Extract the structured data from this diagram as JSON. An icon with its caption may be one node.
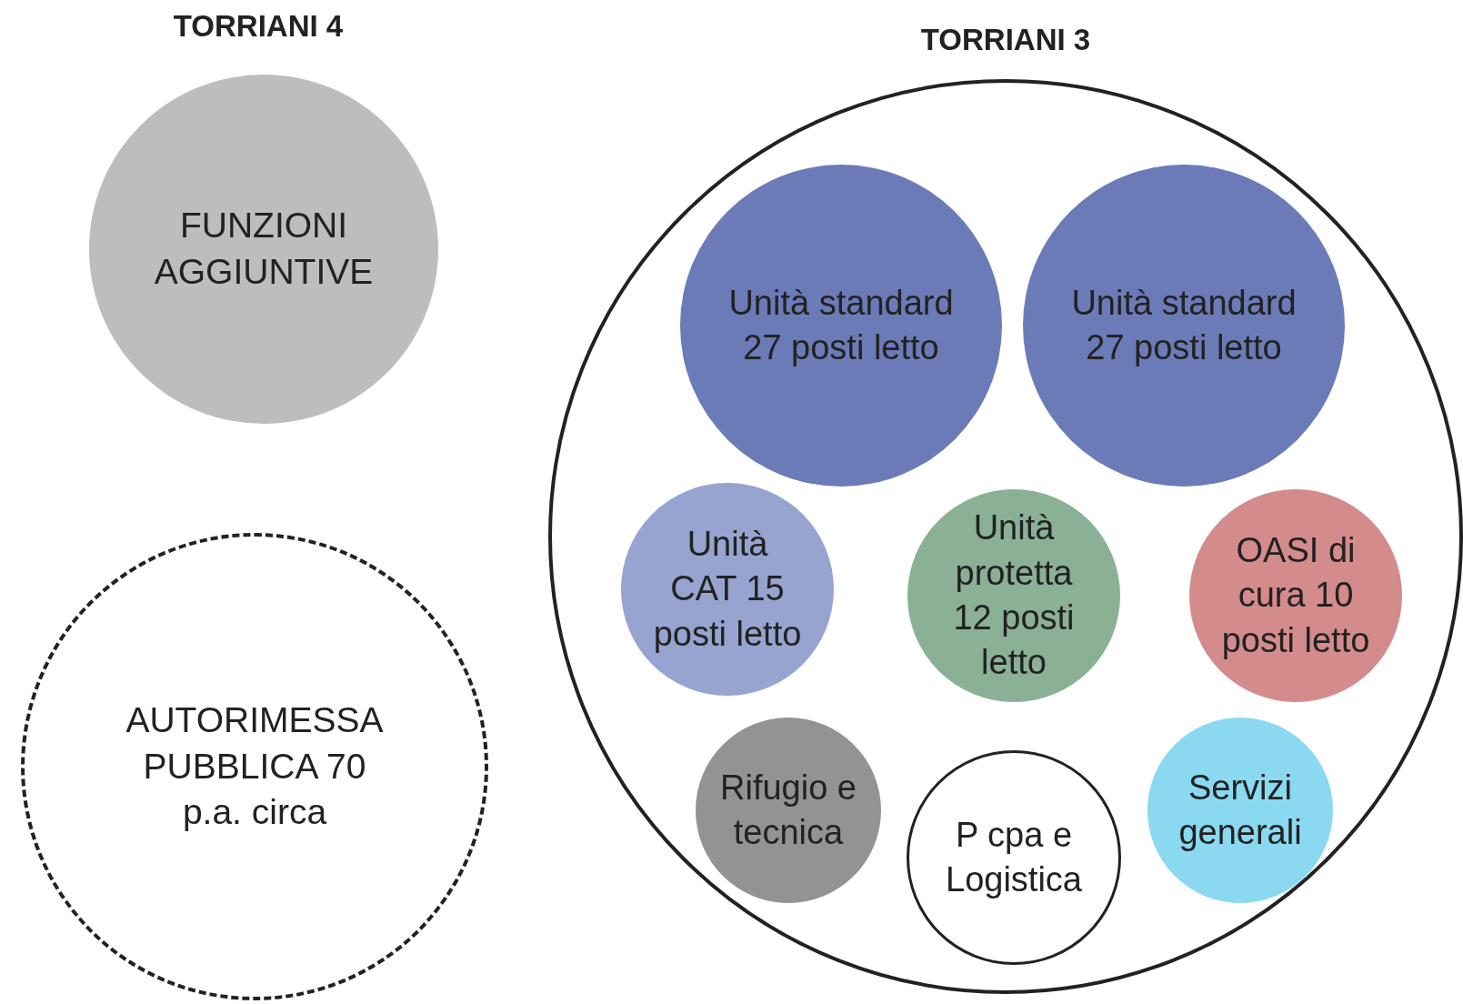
{
  "diagram": {
    "nodes": [
      {
        "text": [
          "FUNZIONI AGGIUNTIVE"
        ]
      },
      {
        "text": [
          "AUTORIMESSA PUBBLICA 70 p.a. circa"
        ]
      },
      {
        "text": [
          "TORRIANI 3"
        ]
      },
      {
        "text": [
          "Unità standard 27 posti letto"
        ],
        "in": 2
      },
      {
        "text": [
          "Unità standard 27 posti letto"
        ],
        "in": 2
      },
      {
        "text": [
          "Unità CAT 15 posti letto"
        ],
        "in": 2
      },
      {
        "text": [
          "Unità protetta 12 posti letto"
        ],
        "in": 2
      },
      {
        "text": [
          "OASI di cura 10 posti letto"
        ],
        "in": 2
      },
      {
        "text": [
          "Rifugio e tecnica"
        ],
        "in": 2
      },
      {
        "text": [
          "P cpa e Logistica"
        ],
        "in": 2
      },
      {
        "text": [
          "Servizi generali"
        ],
        "in": 2
      }
    ],
    "labels": [
      "TORRIANI 4"
    ]
  }
}
